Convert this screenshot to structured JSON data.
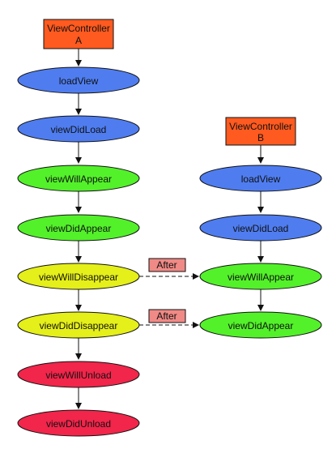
{
  "diagram": {
    "colors": {
      "controller": "#ff5a1f",
      "load": "#4f7df0",
      "appear": "#53f12a",
      "disappear": "#e5ef19",
      "unload": "#f2254a",
      "after": "#f08a86",
      "line": "#111111"
    },
    "column_a": {
      "title_line1": "ViewController",
      "title_line2": "A",
      "nodes": [
        "loadView",
        "viewDidLoad",
        "viewWillAppear",
        "viewDidAppear",
        "viewWillDisappear",
        "viewDidDisappear",
        "viewWillUnload",
        "viewDidUnload"
      ]
    },
    "column_b": {
      "title_line1": "ViewController",
      "title_line2": "B",
      "nodes": [
        "loadView",
        "viewDidLoad",
        "viewWillAppear",
        "viewDidAppear"
      ]
    },
    "after_labels": [
      "After",
      "After"
    ]
  }
}
